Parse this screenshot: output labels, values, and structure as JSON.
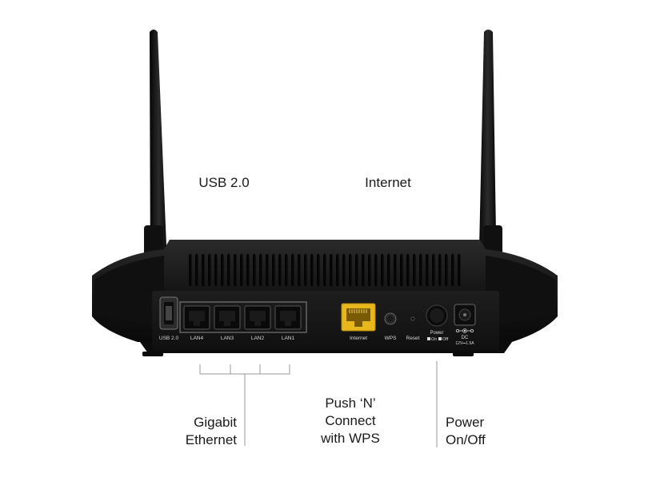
{
  "callouts": {
    "usb": "USB 2.0",
    "internet": "Internet",
    "ethernet": [
      "Gigabit",
      "Ethernet"
    ],
    "wps": [
      "Push ‘N’",
      "Connect",
      "with WPS"
    ],
    "power": [
      "Power",
      "On/Off"
    ]
  },
  "port_labels": {
    "usb": "USB 2.0",
    "lan4": "LAN4",
    "lan3": "LAN3",
    "lan2": "LAN2",
    "lan1": "LAN1",
    "internet": "Internet",
    "wps": "WPS",
    "reset": "Reset",
    "power": "Power",
    "power_on": "On",
    "power_off": "Off",
    "dc": "DC",
    "dc_rating": "12V⎓1.5A"
  },
  "colors": {
    "router_body": "#141414",
    "internet_port": "#e8b71c",
    "label_text": "#1a1a1a"
  }
}
